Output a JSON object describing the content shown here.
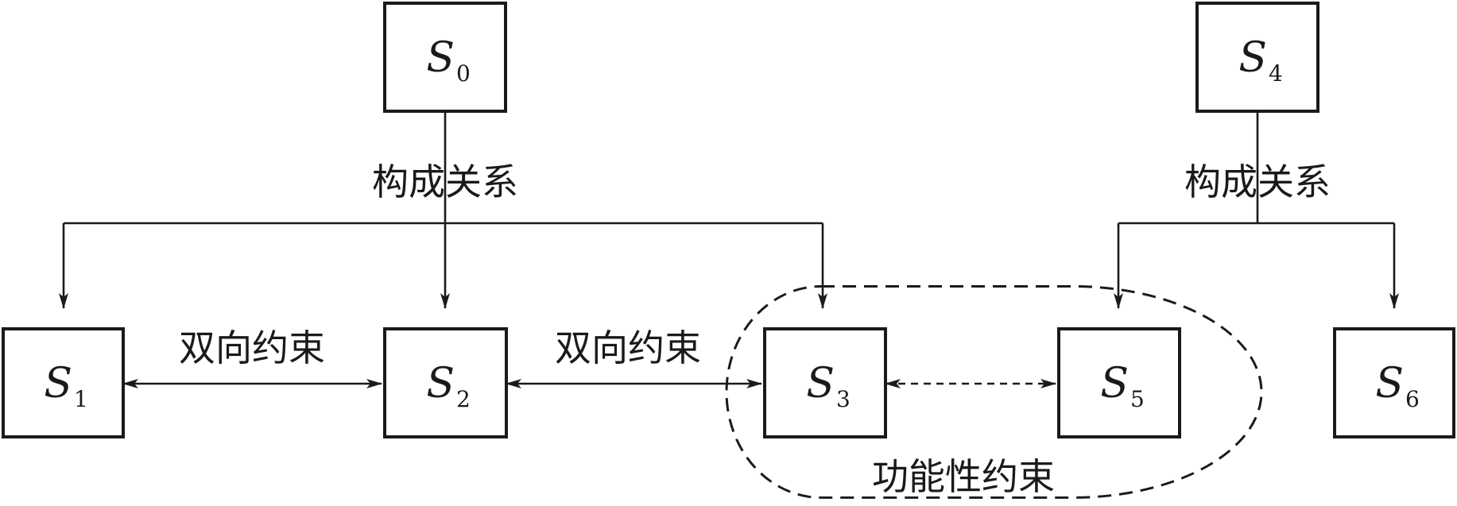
{
  "nodes": {
    "s0": {
      "main": "S",
      "sub": "0"
    },
    "s1": {
      "main": "S",
      "sub": "1"
    },
    "s2": {
      "main": "S",
      "sub": "2"
    },
    "s3": {
      "main": "S",
      "sub": "3"
    },
    "s4": {
      "main": "S",
      "sub": "4"
    },
    "s5": {
      "main": "S",
      "sub": "5"
    },
    "s6": {
      "main": "S",
      "sub": "6"
    }
  },
  "labels": {
    "composition_left": "构成关系",
    "composition_right": "构成关系",
    "bidirectional_1": "双向约束",
    "bidirectional_2": "双向约束",
    "functional": "功能性约束"
  },
  "colors": {
    "stroke": "#1a1a1a",
    "background": "#ffffff"
  }
}
